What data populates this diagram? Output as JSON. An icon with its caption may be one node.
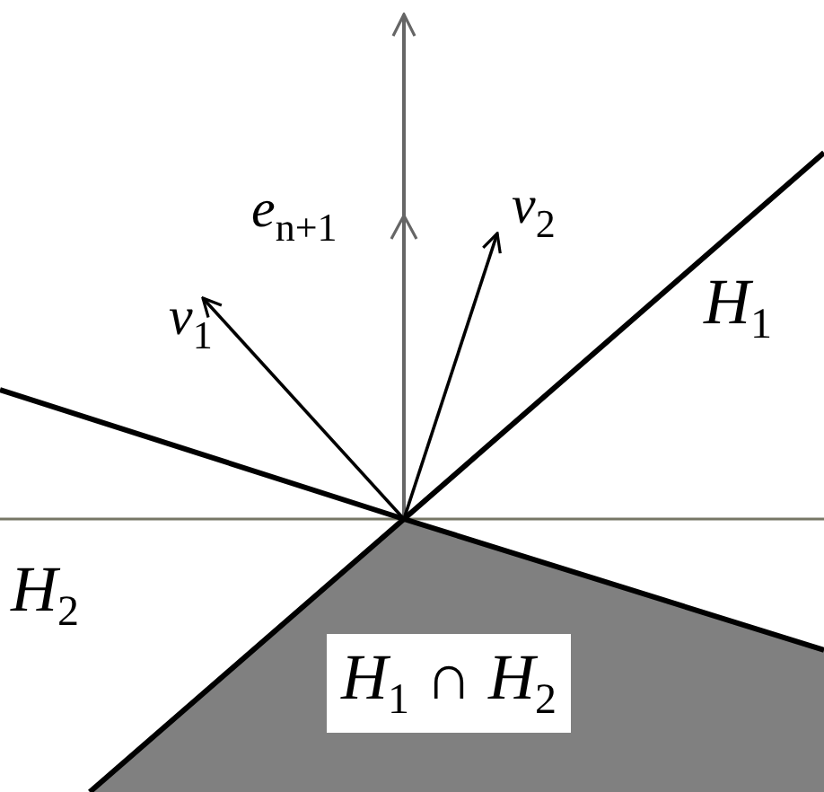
{
  "diagram": {
    "labels": [
      "e$_{n+1}$",
      "ν$_{2}$",
      "ν$_{1}$",
      "H$_{1}$",
      "H$_{2}$",
      "H$_{1}$ ∩ H$_{2}$"
    ]
  }
}
